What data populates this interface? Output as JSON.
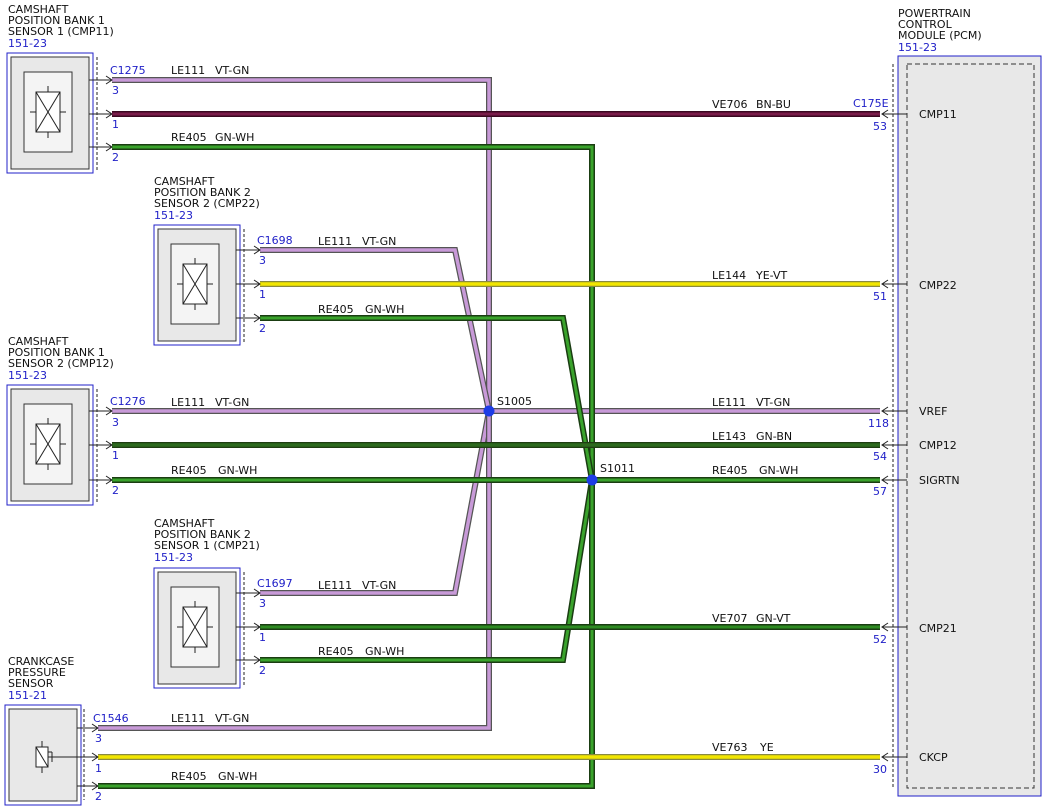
{
  "components": {
    "cmp11": {
      "lines": [
        "CAMSHAFT",
        "POSITION BANK 1",
        "SENSOR 1 (CMP11)"
      ],
      "ref": "151-23",
      "connector": "C1275"
    },
    "cmp22": {
      "lines": [
        "CAMSHAFT",
        "POSITION BANK 2",
        "SENSOR 2 (CMP22)"
      ],
      "ref": "151-23",
      "connector": "C1698"
    },
    "cmp12": {
      "lines": [
        "CAMSHAFT",
        "POSITION BANK 1",
        "SENSOR 2 (CMP12)"
      ],
      "ref": "151-23",
      "connector": "C1276"
    },
    "cmp21": {
      "lines": [
        "CAMSHAFT",
        "POSITION BANK 2",
        "SENSOR 1 (CMP21)"
      ],
      "ref": "151-23",
      "connector": "C1697"
    },
    "ckcp": {
      "lines": [
        "CRANKCASE",
        "PRESSURE",
        "SENSOR"
      ],
      "ref": "151-21",
      "connector": "C1546"
    },
    "pcm": {
      "lines": [
        "POWERTRAIN",
        "CONTROL",
        "MODULE (PCM)"
      ],
      "ref": "151-23",
      "connector": "C175E"
    }
  },
  "pcm_pins": [
    {
      "pin": "53",
      "signal": "CMP11"
    },
    {
      "pin": "51",
      "signal": "CMP22"
    },
    {
      "pin": "118",
      "signal": "VREF"
    },
    {
      "pin": "54",
      "signal": "CMP12"
    },
    {
      "pin": "57",
      "signal": "SIGRTN"
    },
    {
      "pin": "52",
      "signal": "CMP21"
    },
    {
      "pin": "30",
      "signal": "CKCP"
    }
  ],
  "sensor_pins": {
    "p1": "1",
    "p2": "2",
    "p3": "3"
  },
  "splices": {
    "s1005": "S1005",
    "s1011": "S1011"
  },
  "wires": {
    "le111": {
      "circuit": "LE111",
      "color": "VT-GN"
    },
    "re405": {
      "circuit": "RE405",
      "color": "GN-WH"
    },
    "ve706": {
      "circuit": "VE706",
      "color": "BN-BU"
    },
    "le144": {
      "circuit": "LE144",
      "color": "YE-VT"
    },
    "le143": {
      "circuit": "LE143",
      "color": "GN-BN"
    },
    "ve707": {
      "circuit": "VE707",
      "color": "GN-VT"
    },
    "ve763": {
      "circuit": "VE763",
      "color": "YE"
    }
  },
  "wire_colors": {
    "violet": "#c89ad8",
    "green": "#2e8b22",
    "darkgreen": "#2d6a1e",
    "brown": "#7a1c4a",
    "yellow": "#f2e600",
    "blue": "#2020c8"
  }
}
